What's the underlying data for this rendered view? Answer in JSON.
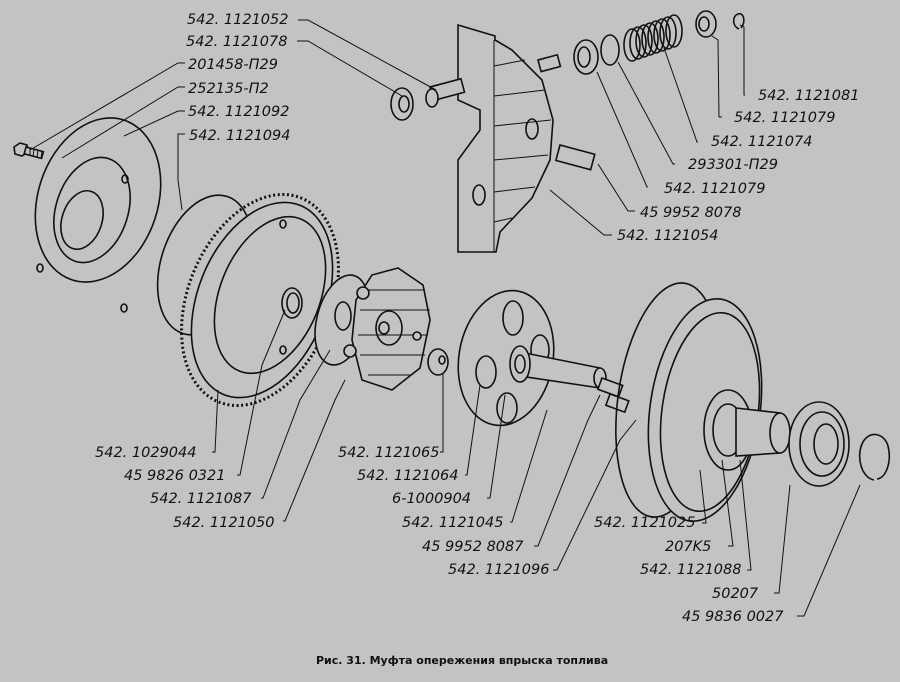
{
  "figure": {
    "caption": "Рис. 31. Муфта опережения впрыска топлива"
  },
  "labels": {
    "l01": "542. 1121052",
    "l02": "542. 1121078",
    "l03": "201458-П29",
    "l04": "252135-П2",
    "l05": "542. 1121092",
    "l06": "542. 1121094",
    "l07": "542. 1121081",
    "l08": "542. 1121079",
    "l09": "542. 1121074",
    "l10": "293301-П29",
    "l11": "542. 1121079",
    "l12": "45 9952 8078",
    "l13": "542. 1121054",
    "l14": "542. 1029044",
    "l15": "45 9826 0321",
    "l16": "542. 1121087",
    "l17": "542. 1121050",
    "l18": "542. 1121065",
    "l19": "542. 1121064",
    "l20": "6-1000904",
    "l21": "542. 1121045",
    "l22": "45 9952 8087",
    "l23": "542. 1121096",
    "l24": "542. 1121025",
    "l25": "207K5",
    "l26": "542. 1121088",
    "l27": "50207",
    "l28": "45 9836 0027"
  }
}
